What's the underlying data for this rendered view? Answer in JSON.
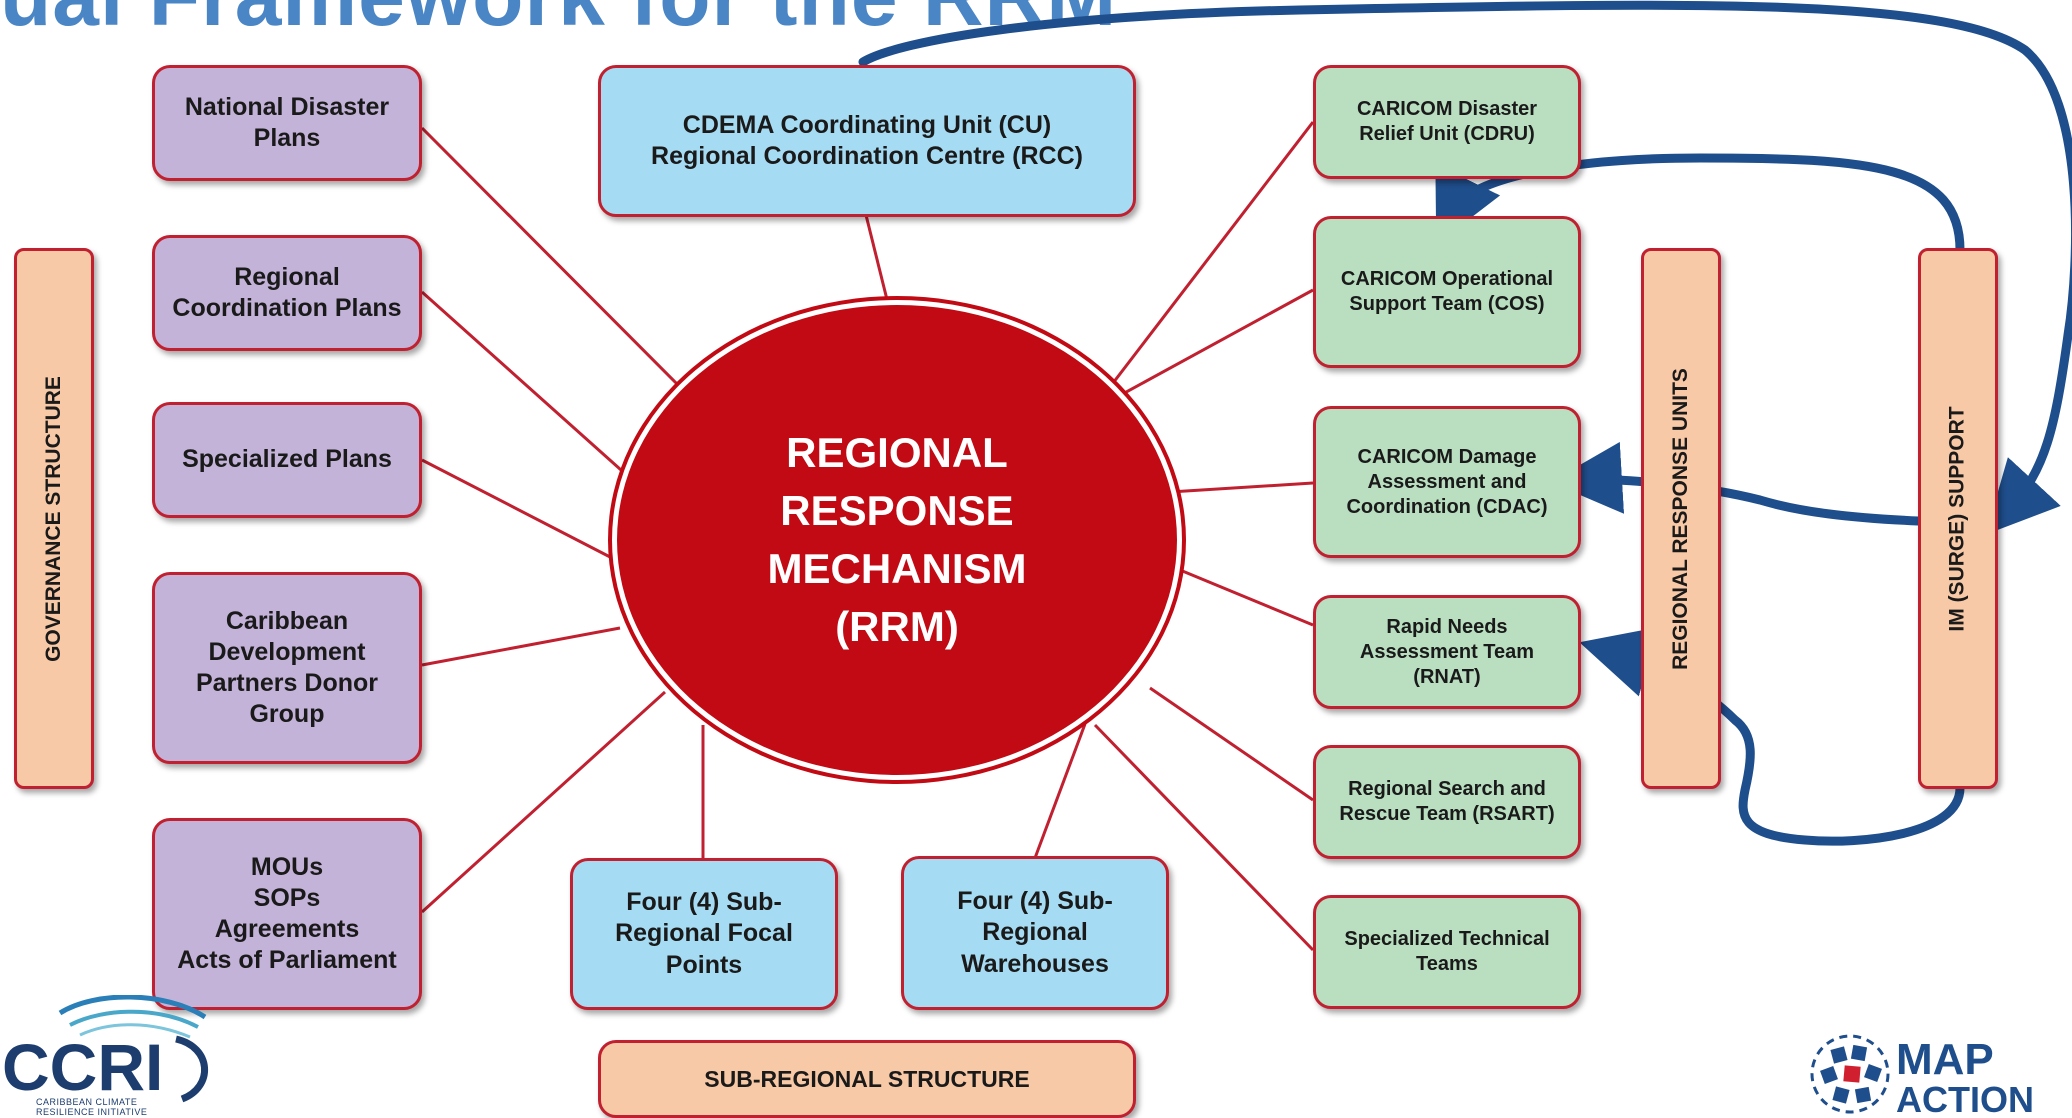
{
  "title": "ual Framework for the RRM",
  "center": {
    "label": "REGIONAL\nRESPONSE\nMECHANISM\n(RRM)"
  },
  "governance": {
    "label": "GOVERNANCE STRUCTURE",
    "items": [
      "National Disaster\nPlans",
      "Regional\nCoordination Plans",
      "Specialized Plans",
      "Caribbean\nDevelopment\nPartners Donor\nGroup",
      "MOUs\nSOPs\nAgreements\nActs of Parliament"
    ]
  },
  "coordination": {
    "label": "CDEMA Coordinating Unit (CU)\nRegional Coordination Centre (RCC)"
  },
  "subregional": {
    "label": "SUB-REGIONAL STRUCTURE",
    "items": [
      "Four (4) Sub-\nRegional Focal\nPoints",
      "Four (4) Sub-\nRegional\nWarehouses"
    ]
  },
  "response_units": {
    "label": "REGIONAL RESPONSE UNITS",
    "items": [
      "CARICOM Disaster\nRelief Unit (CDRU)",
      "CARICOM Operational\nSupport Team (COS)",
      "CARICOM Damage\nAssessment and\nCoordination (CDAC)",
      "Rapid Needs\nAssessment Team\n(RNAT)",
      "Regional Search and\nRescue Team (RSART)",
      "Specialized Technical\nTeams"
    ]
  },
  "im_support": {
    "label": "IM (SURGE) SUPPORT"
  },
  "logos": {
    "ccri": {
      "wordmark": "CCRI",
      "tagline": "CARIBBEAN CLIMATE\nRESILIENCE INITIATIVE"
    },
    "mapaction": {
      "line1": "MAP",
      "line2": "ACTION"
    }
  },
  "colors": {
    "line": "#c0202f",
    "arrow": "#1f4e8c",
    "center": "#c10a14",
    "purple": "#c4b3d9",
    "blue": "#a6dcf3",
    "green": "#b9dfc0",
    "orange": "#f8c9a6"
  }
}
